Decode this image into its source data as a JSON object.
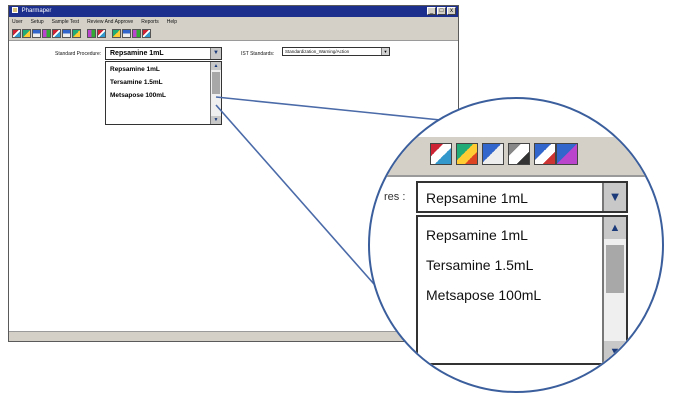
{
  "window": {
    "title": "Pharmaper",
    "controls": [
      "_",
      "□",
      "x"
    ]
  },
  "menu": [
    "User",
    "Setup",
    "Sample Test",
    "Review And Approve",
    "Reports",
    "Help"
  ],
  "form": {
    "standard_procedure_label": "Standard Procedure:",
    "standard_procedure_value": "Repsamine 1mL",
    "ist_standards_label": "IST Standards:",
    "ist_standards_value": "Standardization_Warning/Action"
  },
  "dropdown": {
    "items": [
      "Repsamine 1mL",
      "Tersamine 1.5mL",
      "Metsapose 100mL"
    ],
    "arrow_icon": "▼",
    "scroll_up_icon": "▲",
    "scroll_down_icon": "▼"
  },
  "magnifier": {
    "label_fragment": "res :",
    "selected_value": "Repsamine 1mL",
    "items": [
      "Repsamine 1mL",
      "Tersamine 1.5mL",
      "Metsapose 100mL"
    ],
    "accent_color": "#3b5e9c"
  }
}
